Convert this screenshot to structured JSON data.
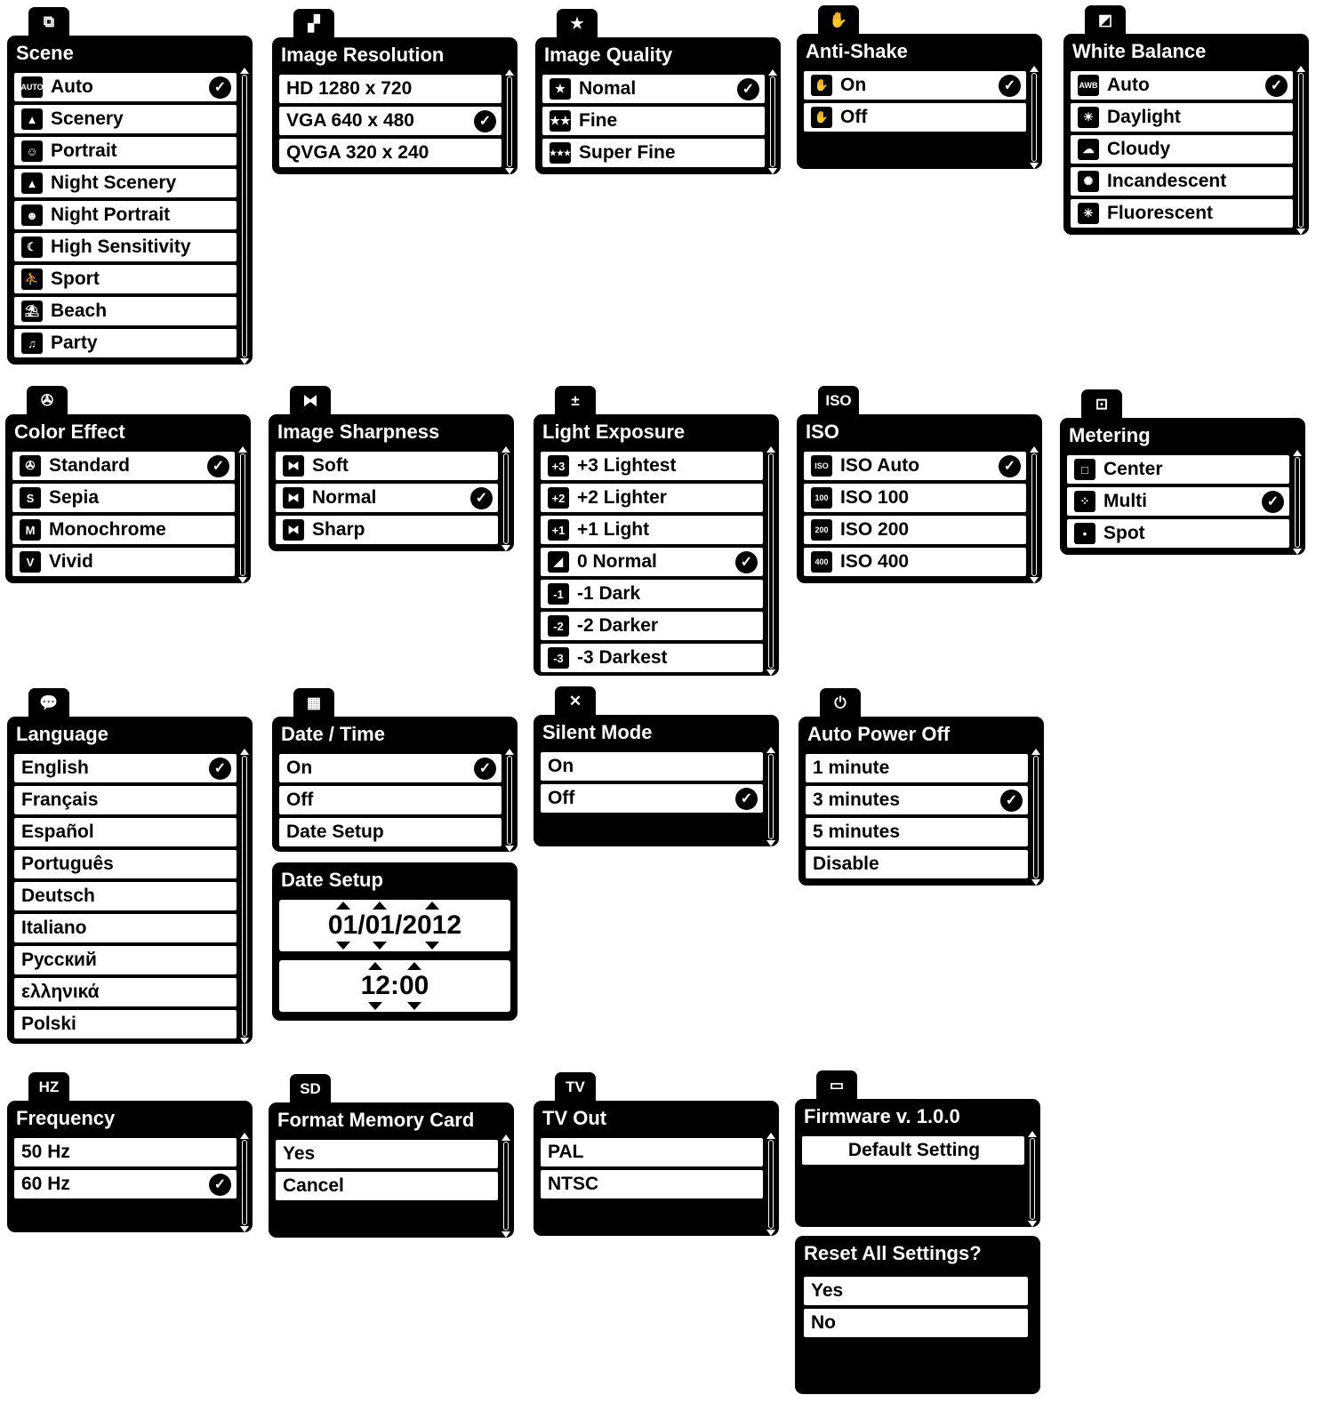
{
  "menus": {
    "scene": {
      "title": "Scene",
      "tab_icon": "scene-icon",
      "tab_glyph": "⧉",
      "items": [
        {
          "label": "Auto",
          "icon": "AUTO",
          "checked": true
        },
        {
          "label": "Scenery",
          "icon": "▲"
        },
        {
          "label": "Portrait",
          "icon": "☺"
        },
        {
          "label": "Night Scenery",
          "icon": "▲"
        },
        {
          "label": "Night Portrait",
          "icon": "☻"
        },
        {
          "label": "High Sensitivity",
          "icon": "☾"
        },
        {
          "label": "Sport",
          "icon": "⛹"
        },
        {
          "label": "Beach",
          "icon": "⛱"
        },
        {
          "label": "Party",
          "icon": "♫"
        }
      ]
    },
    "resolution": {
      "title": "Image  Resolution",
      "tab_icon": "image-size-icon",
      "tab_glyph": "▞",
      "items": [
        {
          "label": "HD 1280 x 720"
        },
        {
          "label": "VGA 640 x 480",
          "checked": true
        },
        {
          "label": "QVGA 320 x 240"
        }
      ]
    },
    "quality": {
      "title": "Image Quality",
      "tab_icon": "star-icon",
      "tab_glyph": "★",
      "items": [
        {
          "label": "Nomal",
          "icon": "★",
          "checked": true
        },
        {
          "label": "Fine",
          "icon": "★★"
        },
        {
          "label": "Super Fine",
          "icon": "★★★"
        }
      ]
    },
    "antishake": {
      "title": "Anti-Shake",
      "tab_icon": "hand-icon",
      "tab_glyph": "✋",
      "items": [
        {
          "label": "On",
          "icon": "✋",
          "checked": true
        },
        {
          "label": "Off",
          "icon": "✋"
        }
      ]
    },
    "whitebalance": {
      "title": "White Balance",
      "tab_icon": "white-balance-icon",
      "tab_glyph": "◩",
      "items": [
        {
          "label": "Auto",
          "icon": "AWB",
          "checked": true
        },
        {
          "label": "Daylight",
          "icon": "☀"
        },
        {
          "label": "Cloudy",
          "icon": "☁"
        },
        {
          "label": "Incandescent",
          "icon": "✺"
        },
        {
          "label": "Fluorescent",
          "icon": "✳"
        }
      ]
    },
    "coloreffect": {
      "title": "Color Effect",
      "tab_icon": "color-effect-icon",
      "tab_glyph": "✇",
      "items": [
        {
          "label": "Standard",
          "icon": "✇",
          "checked": true
        },
        {
          "label": "Sepia",
          "icon": "S"
        },
        {
          "label": "Monochrome",
          "icon": "M"
        },
        {
          "label": "Vivid",
          "icon": "V"
        }
      ]
    },
    "sharpness": {
      "title": "Image Sharpness",
      "tab_icon": "sharpness-icon",
      "tab_glyph": "⧓",
      "items": [
        {
          "label": "Soft",
          "icon": "⧓"
        },
        {
          "label": "Normal",
          "icon": "⧓",
          "checked": true
        },
        {
          "label": "Sharp",
          "icon": "⧓"
        }
      ]
    },
    "exposure": {
      "title": "Light Exposure",
      "tab_icon": "exposure-icon",
      "tab_glyph": "±",
      "items": [
        {
          "label": "+3 Lightest",
          "icon": "+3"
        },
        {
          "label": "+2 Lighter",
          "icon": "+2"
        },
        {
          "label": "+1 Light",
          "icon": "+1"
        },
        {
          "label": "0 Normal",
          "icon": "◢",
          "checked": true
        },
        {
          "label": "-1 Dark",
          "icon": "-1"
        },
        {
          "label": "-2 Darker",
          "icon": "-2"
        },
        {
          "label": "-3 Darkest",
          "icon": "-3"
        }
      ]
    },
    "iso": {
      "title": "ISO",
      "tab_icon": "iso-icon",
      "tab_glyph": "ISO",
      "items": [
        {
          "label": "ISO Auto",
          "icon": "ISO",
          "checked": true
        },
        {
          "label": "ISO 100",
          "icon": "100"
        },
        {
          "label": "ISO 200",
          "icon": "200"
        },
        {
          "label": "ISO 400",
          "icon": "400"
        }
      ]
    },
    "metering": {
      "title": "Metering",
      "tab_icon": "metering-icon",
      "tab_glyph": "⊡",
      "items": [
        {
          "label": "Center",
          "icon": "□"
        },
        {
          "label": "Multi",
          "icon": "⁘",
          "checked": true
        },
        {
          "label": "Spot",
          "icon": "•"
        }
      ]
    },
    "language": {
      "title": "Language",
      "tab_icon": "speech-bubble-icon",
      "tab_glyph": "💬",
      "items": [
        {
          "label": "English",
          "checked": true
        },
        {
          "label": "Français"
        },
        {
          "label": "Español"
        },
        {
          "label": "Português"
        },
        {
          "label": "Deutsch"
        },
        {
          "label": "Italiano"
        },
        {
          "label": "Русский"
        },
        {
          "label": "ελληνικά"
        },
        {
          "label": "Polski"
        }
      ]
    },
    "datetime": {
      "title": "Date / Time",
      "tab_icon": "calendar-icon",
      "tab_glyph": "▦",
      "items": [
        {
          "label": "On",
          "checked": true
        },
        {
          "label": "Off"
        },
        {
          "label": "Date Setup"
        }
      ]
    },
    "silent": {
      "title": "Silent Mode",
      "tab_icon": "mute-icon",
      "tab_glyph": "✕",
      "items": [
        {
          "label": "On"
        },
        {
          "label": "Off",
          "checked": true
        }
      ]
    },
    "autopower": {
      "title": "Auto Power Off",
      "tab_icon": "power-icon",
      "tab_glyph": "⏻",
      "items": [
        {
          "label": "1 minute"
        },
        {
          "label": "3 minutes",
          "checked": true
        },
        {
          "label": "5 minutes"
        },
        {
          "label": "Disable"
        }
      ]
    },
    "frequency": {
      "title": "Frequency",
      "tab_icon": "hz-icon",
      "tab_glyph": "HZ",
      "items": [
        {
          "label": "50 Hz"
        },
        {
          "label": "60 Hz",
          "checked": true
        }
      ]
    },
    "format": {
      "title": "Format Memory Card",
      "tab_icon": "sd-card-icon",
      "tab_glyph": "SD",
      "items": [
        {
          "label": "Yes"
        },
        {
          "label": "Cancel"
        }
      ]
    },
    "tvout": {
      "title": "TV Out",
      "tab_icon": "tv-icon",
      "tab_glyph": "TV",
      "items": [
        {
          "label": "PAL"
        },
        {
          "label": "NTSC"
        }
      ]
    },
    "firmware": {
      "title": "Firmware v. 1.0.0",
      "tab_icon": "window-icon",
      "tab_glyph": "▭",
      "items": [
        {
          "label": "Default Setting"
        }
      ]
    }
  },
  "date_setup": {
    "title": "Date Setup",
    "month": "01",
    "day": "01",
    "year": "2012",
    "hour": "12",
    "minute": "00"
  },
  "reset": {
    "title": "Reset All Settings?",
    "items": [
      {
        "label": "Yes"
      },
      {
        "label": "No"
      }
    ]
  },
  "check_glyph": "✓"
}
